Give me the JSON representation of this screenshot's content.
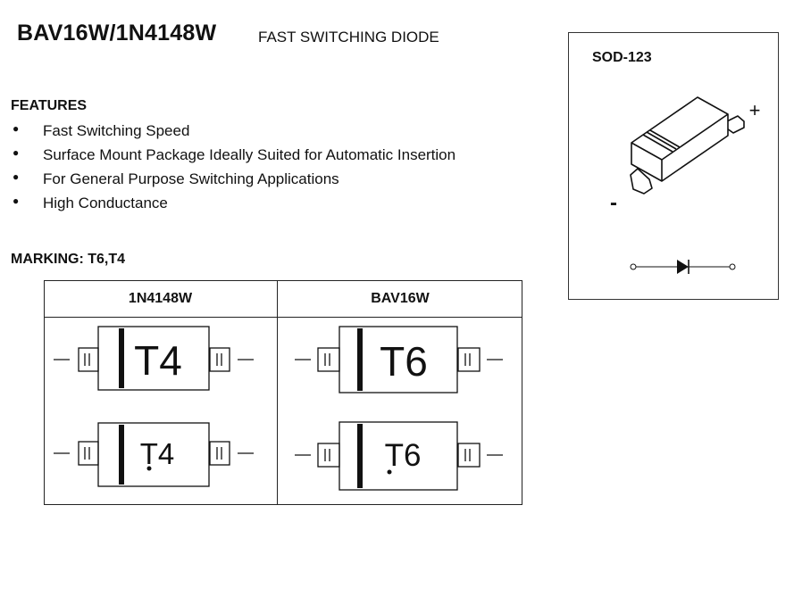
{
  "header": {
    "part_number": "BAV16W/1N4148W",
    "description": "FAST SWITCHING DIODE"
  },
  "features": {
    "heading": "FEATURES",
    "items": [
      "Fast Switching Speed",
      "Surface Mount Package Ideally Suited for Automatic Insertion",
      "For General Purpose Switching Applications",
      "High Conductance"
    ]
  },
  "marking": {
    "heading": "MARKING: T6,T4",
    "columns": [
      "1N4148W",
      "BAV16W"
    ],
    "rows": [
      [
        "T4",
        "T6"
      ],
      [
        "T4",
        "T6"
      ]
    ]
  },
  "package": {
    "name": "SOD-123",
    "plus_label": "+",
    "minus_label": "-"
  },
  "icons": {
    "bullet": "bullet-dot-icon",
    "package_drawing": "sod123-package-icon",
    "diode_symbol": "diode-symbol-icon"
  }
}
